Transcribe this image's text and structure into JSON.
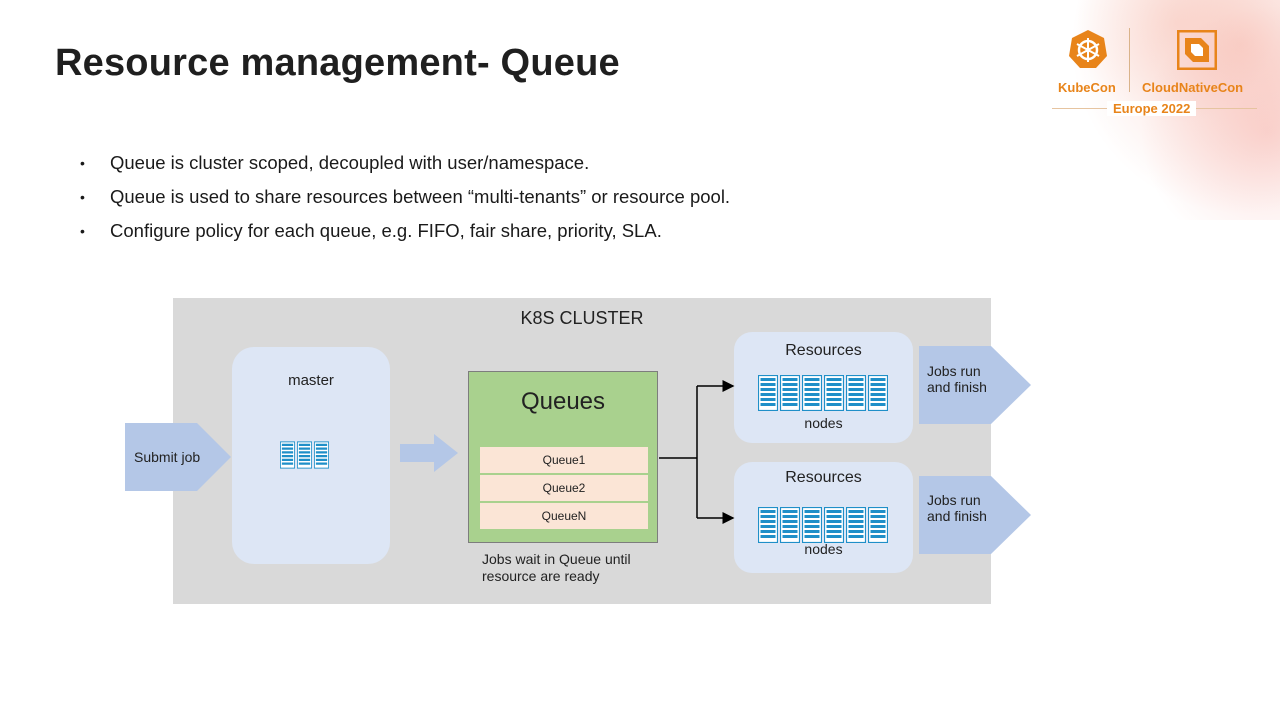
{
  "slide": {
    "title": "Resource management- Queue",
    "bullets": [
      "Queue is cluster scoped, decoupled with user/namespace.",
      "Queue is used to share resources between “multi-tenants” or resource pool.",
      "Configure policy for each queue, e.g. FIFO, fair share, priority, SLA."
    ]
  },
  "branding": {
    "kubecon": "KubeCon",
    "cloudnativecon": "CloudNativeCon",
    "event": "Europe 2022",
    "accent_color": "#e8841a"
  },
  "diagram": {
    "cluster_title": "K8S CLUSTER",
    "submit_label": "Submit job",
    "master_label": "master",
    "queues_title": "Queues",
    "queues": [
      "Queue1",
      "Queue2",
      "QueueN"
    ],
    "queue_caption_line1": "Jobs wait in Queue until",
    "queue_caption_line2": "resource are ready",
    "resources": [
      {
        "title": "Resources",
        "nodes_label": "nodes",
        "jobs_line1": "Jobs run",
        "jobs_line2": "and finish"
      },
      {
        "title": "Resources",
        "nodes_label": "nodes",
        "jobs_line1": "Jobs run",
        "jobs_line2": "and finish"
      }
    ],
    "colors": {
      "cluster_bg": "#d9d9d9",
      "panel_bg": "#dde6f5",
      "queues_bg": "#a9d18e",
      "queue_item_bg": "#fbe5d6",
      "arrow_fill": "#b4c7e7",
      "server_color": "#1f8fc8"
    }
  }
}
